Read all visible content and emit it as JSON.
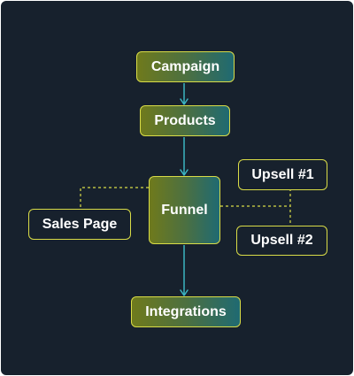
{
  "nodes": {
    "campaign": "Campaign",
    "products": "Products",
    "funnel": "Funnel",
    "sales_page": "Sales Page",
    "upsell_1": "Upsell #1",
    "upsell_2": "Upsell #2",
    "integrations": "Integrations"
  },
  "colors": {
    "background": "#17212d",
    "node_border": "#d9dc47",
    "arrow": "#3bb5c2",
    "dashed_link": "#d9dc47",
    "gradient_start": "#6f7a1c",
    "gradient_end": "#1f6a72",
    "text": "#ffffff"
  }
}
